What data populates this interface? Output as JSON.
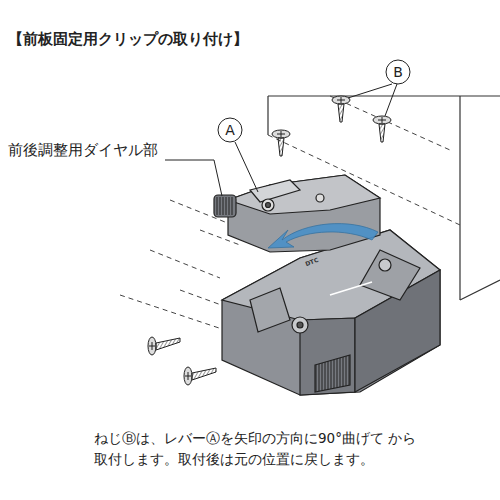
{
  "diagram": {
    "title": "【前板固定用クリップの取り付け】",
    "caption": "ねじⒷは、レバーⒶを矢印の方向に90°曲げて から取付します。取付後は元の位置に戻します。",
    "labels": [
      "前後調整用ダイヤル部",
      "A",
      "B",
      "DTC"
    ]
  }
}
